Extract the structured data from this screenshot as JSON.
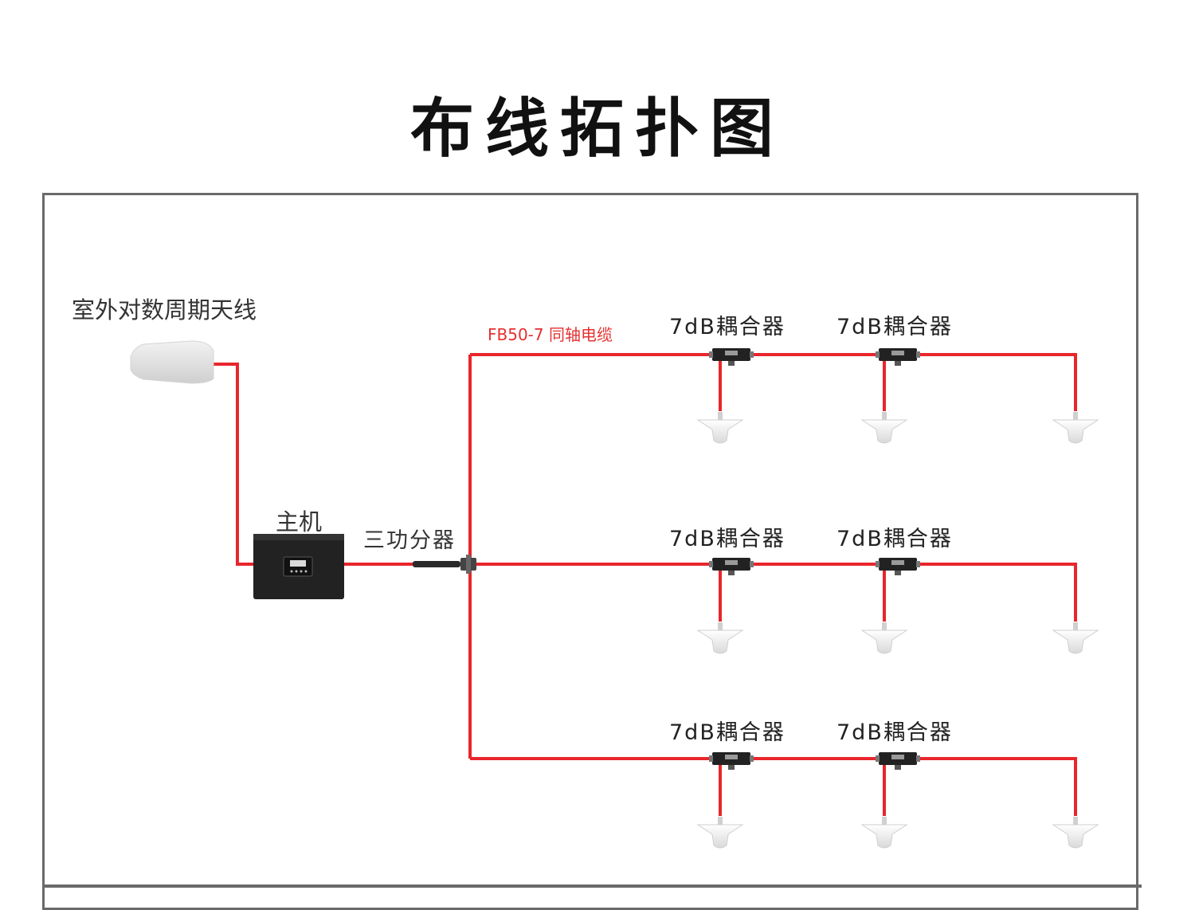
{
  "title": "布线拓扑图",
  "labels": {
    "antenna": "室外对数周期天线",
    "host": "主机",
    "splitter": "三功分器",
    "cable": "FB50-7 同轴电缆",
    "coupler": "7dB耦合器"
  },
  "colors": {
    "cable": "#e8262b",
    "frame": "#6a6a6a",
    "cable_label": "#e53030"
  },
  "icons": [
    "log-periodic-antenna-icon",
    "repeater-host-icon",
    "splitter-icon",
    "coupler-icon",
    "ceiling-antenna-icon"
  ]
}
